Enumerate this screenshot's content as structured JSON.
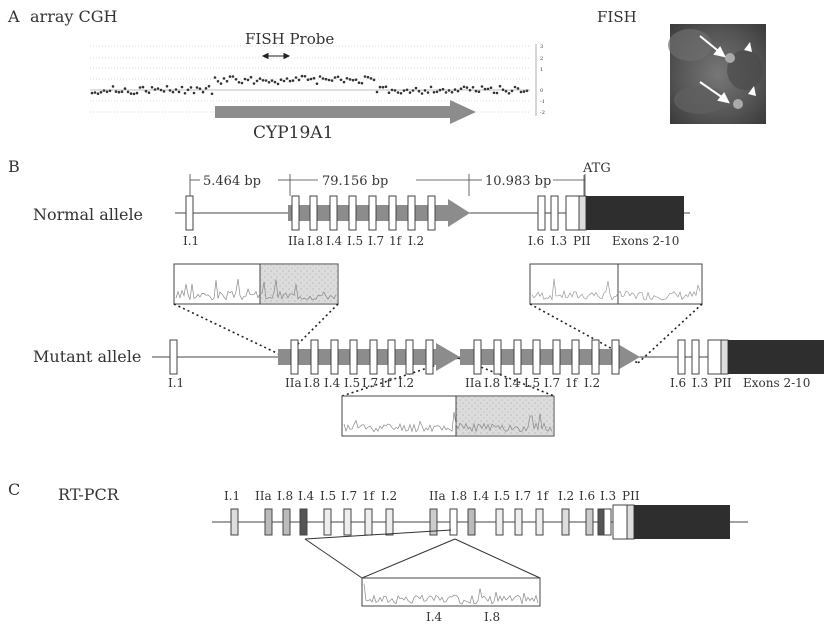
{
  "panel_a": {
    "letter": "A",
    "label": "array CGH",
    "probe_label": "FISH Probe",
    "gene_label": "CYP19A1",
    "fish_label": "FISH",
    "axis_ticks": [
      "3",
      "2",
      "1",
      "0",
      "-1",
      "-2"
    ]
  },
  "panel_b": {
    "letter": "B",
    "normal_label": "Normal allele",
    "mutant_label": "Mutant allele",
    "dist_1": "5.464 bp",
    "dist_2": "79.156 bp",
    "dist_3": "10.983 bp",
    "atg": "ATG",
    "normal_exon_labels": [
      "I.1",
      "IIa",
      "I.8",
      "I.4",
      "I.5",
      "I.7",
      "1f",
      "I.2",
      "I.6",
      "I.3",
      "PII",
      "Exons 2-10"
    ],
    "mutant_exon_labels": [
      "I.1",
      "IIa",
      "I.8",
      "I.4",
      "I.5",
      "I.7",
      "1f",
      "I.2",
      "IIa",
      "I.8",
      "I.4",
      "I.5",
      "I.7",
      "1f",
      "I.2",
      "I.6",
      "I.3",
      "PII",
      "Exons 2-10"
    ]
  },
  "panel_c": {
    "letter": "C",
    "label": "RT-PCR",
    "exon_labels": [
      "I.1",
      "IIa",
      "I.8",
      "I.4",
      "I.5",
      "I.7",
      "1f",
      "I.2",
      "IIa",
      "I.8",
      "I.4",
      "I.5",
      "I.7",
      "1f",
      "I.2",
      "I.6",
      "I.3",
      "PII"
    ],
    "trace_labels": [
      "I.4",
      "I.8"
    ]
  },
  "colors": {
    "arrow": "#8c8c8c",
    "exon_box": "#3a3a3a",
    "text": "#333333",
    "dark_block": "#2e2e2e"
  }
}
